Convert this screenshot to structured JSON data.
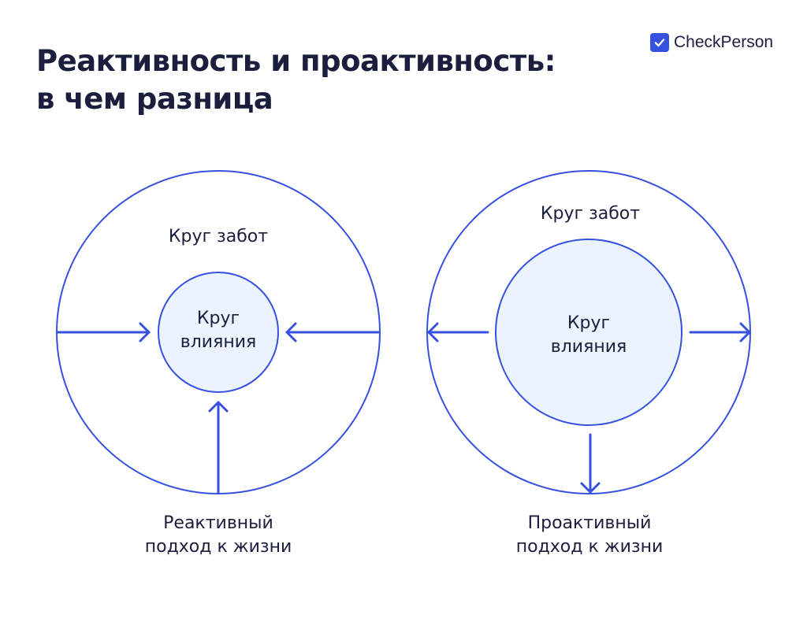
{
  "title": [
    "Реактивность и проактивность:",
    "в чем разница"
  ],
  "logo": {
    "text": "CheckPerson"
  },
  "colors": {
    "accent": "#3651e0",
    "inner_fill": "#ebf3fe",
    "text": "#1b1e3d"
  },
  "left": {
    "outer_label": "Круг забот",
    "inner_label": [
      "Круг",
      "влияния"
    ],
    "caption": [
      "Реактивный",
      "подход к жизни"
    ],
    "arrow_direction": "inward"
  },
  "right": {
    "outer_label": "Круг забот",
    "inner_label": [
      "Круг",
      "влияния"
    ],
    "caption": [
      "Проактивный",
      "подход к жизни"
    ],
    "arrow_direction": "outward"
  }
}
